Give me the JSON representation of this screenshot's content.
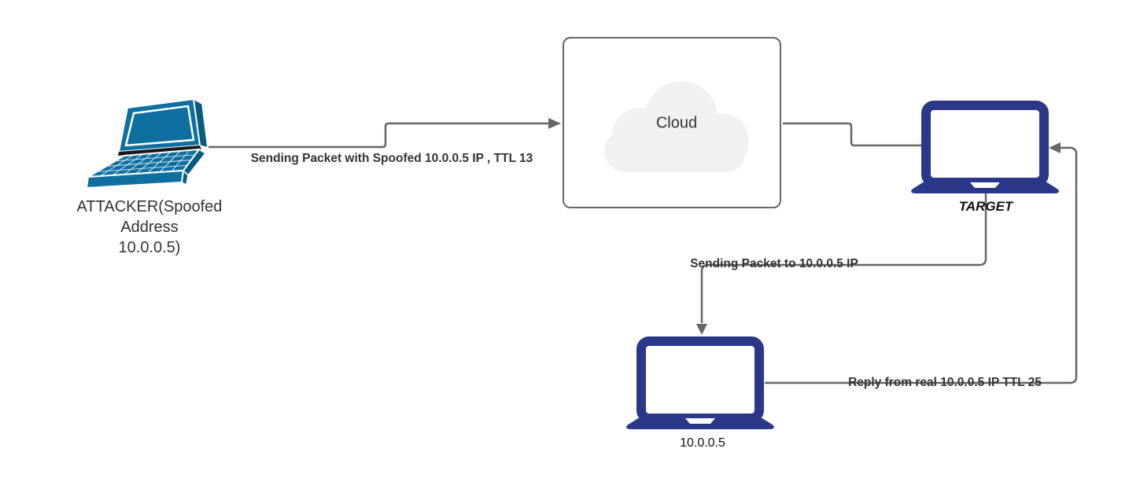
{
  "diagram": {
    "title_context": "IP spoofing network diagram",
    "nodes": {
      "attacker": {
        "label": "ATTACKER(Spoofed\nAddress\n10.0.0.5)",
        "icon": "perspective-laptop-icon",
        "color": "#0F6FA0"
      },
      "cloud": {
        "label": "Cloud",
        "icon": "cloud-icon",
        "fill": "#F1F1F1",
        "border": "#666666"
      },
      "target": {
        "label": "TARGET",
        "icon": "laptop-icon",
        "color": "#2B3788"
      },
      "real_host": {
        "label": "10.0.0.5",
        "icon": "laptop-icon",
        "color": "#2B3788"
      }
    },
    "edges": {
      "attacker_to_cloud": {
        "label": "Sending Packet with Spoofed 10.0.0.5 IP , TTL 13",
        "from": "attacker",
        "to": "cloud",
        "arrow": "right"
      },
      "cloud_to_target": {
        "label": "",
        "from": "cloud",
        "to": "target",
        "arrow": "none"
      },
      "target_to_real": {
        "label": "Sending Packet to 10.0.0.5 IP",
        "from": "target",
        "to": "real_host",
        "arrow": "down"
      },
      "real_to_target": {
        "label": "Reply from real 10.0.0.5 IP TTL 25",
        "from": "real_host",
        "to": "target",
        "arrow": "left"
      }
    },
    "colors": {
      "connector": "#666666",
      "text": "#333333",
      "attacker_laptop": "#0F6FA0",
      "attacker_laptop_dark": "#0A5B80",
      "navy_laptop": "#2B3788",
      "cloud_fill": "#F1F1F1"
    }
  }
}
